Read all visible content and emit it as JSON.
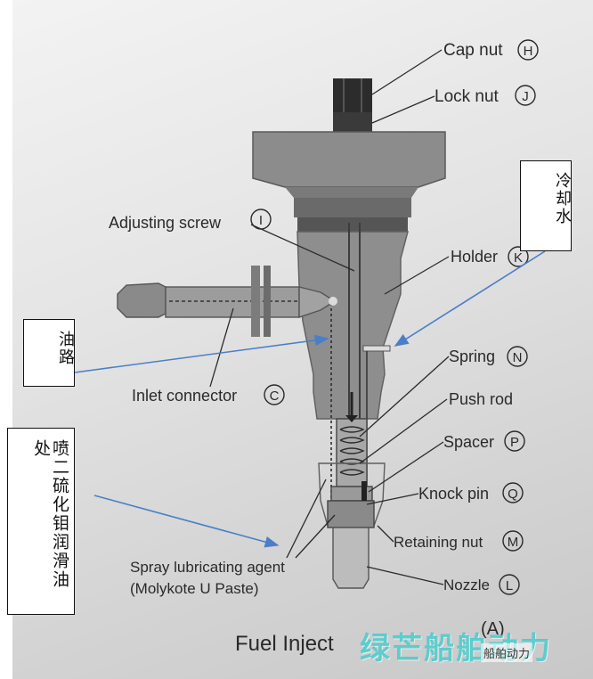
{
  "labels": {
    "cap_nut": "Cap nut",
    "cap_nut_letter": "H",
    "lock_nut": "Lock nut",
    "lock_nut_letter": "J",
    "adjusting_screw": "Adjusting screw",
    "adjusting_screw_letter": "I",
    "holder": "Holder",
    "holder_letter": "K",
    "spring": "Spring",
    "spring_letter": "N",
    "push_rod": "Push rod",
    "spacer": "Spacer",
    "spacer_letter": "P",
    "knock_pin": "Knock pin",
    "knock_pin_letter": "Q",
    "retaining_nut": "Retaining nut",
    "retaining_nut_letter": "M",
    "nozzle": "Nozzle",
    "nozzle_letter": "L",
    "inlet_connector": "Inlet connector",
    "inlet_connector_letter": "C",
    "spray_line1": "Spray lubricating agent",
    "spray_line2": "(Molykote U Paste)",
    "caption": "Fuel Inject",
    "caption_tail": "(A)"
  },
  "annotations": {
    "coolant": "冷却水",
    "oil_path": "油路",
    "spray_line1": "喷二硫化钼润滑油",
    "spray_line2": "处"
  },
  "watermark": {
    "text": "绿芒船舶动力",
    "account": "船舶动力"
  },
  "colors": {
    "arrow": "#4a7fc8",
    "line": "#2a2a2a",
    "injector_dark": "#6a6a6a",
    "injector_mid": "#8a8a8a",
    "injector_light": "#b4b4b4"
  }
}
